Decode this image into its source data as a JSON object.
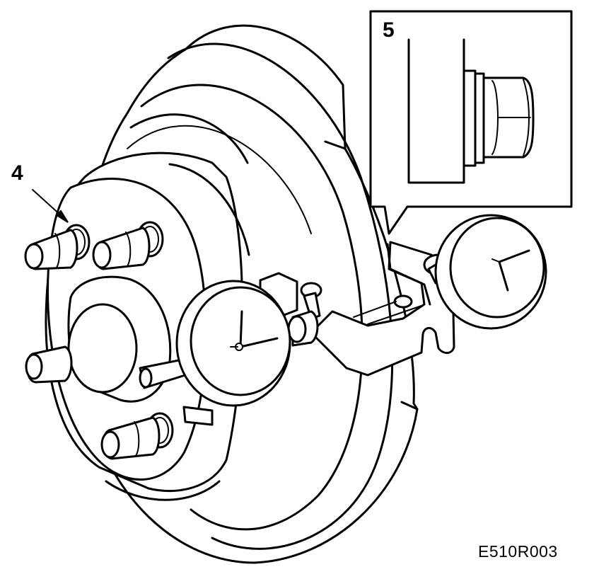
{
  "figure": {
    "callouts": [
      {
        "number": "4",
        "target": "wheel-hub-stud"
      },
      {
        "number": "5",
        "target": "lug-nut-detail"
      }
    ],
    "figure_code": "E510R003",
    "colors": {
      "ink": "#000000",
      "background": "#ffffff"
    }
  }
}
